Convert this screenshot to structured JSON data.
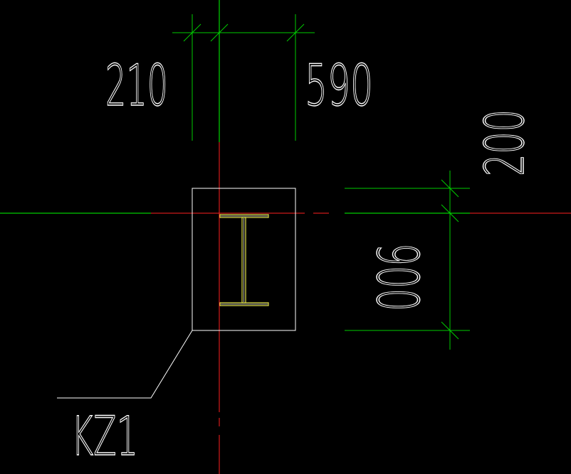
{
  "colors": {
    "background": "#000000",
    "axis_red": "#ff2020",
    "axis_green": "#00ff00",
    "dimension_green": "#00cc00",
    "outline_white": "#ffffff",
    "steel_yellow": "#e6e64d",
    "steel_inner": "#b8b8a8"
  },
  "drawing": {
    "dimensions": {
      "left_offset": "210",
      "right_offset": "590",
      "top_offset": "200",
      "bottom_offset": "900"
    },
    "column_label": "KZ1"
  }
}
